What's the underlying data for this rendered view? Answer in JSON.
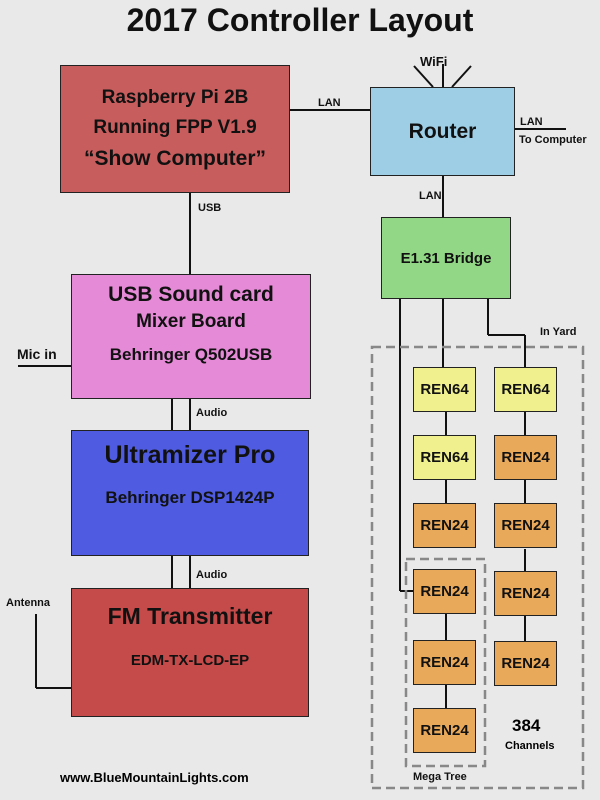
{
  "title": "2017 Controller Layout",
  "pi": {
    "line1": "Raspberry Pi 2B",
    "line2": "Running FPP V1.9",
    "line3": "“Show Computer”"
  },
  "router": {
    "label": "Router",
    "wifi": "WiFi",
    "lan_out": "LAN",
    "to_computer": "To Computer"
  },
  "links": {
    "pi_router": "LAN",
    "router_bridge": "LAN",
    "pi_usb": "USB",
    "usb_ultra": "Audio",
    "ultra_fm": "Audio"
  },
  "bridge": {
    "label": "E1.31 Bridge"
  },
  "usb_card": {
    "line1": "USB Sound card",
    "line2": "Mixer Board",
    "line3": "Behringer Q502USB",
    "mic": "Mic in"
  },
  "ultramizer": {
    "line1": "Ultramizer Pro",
    "line2": "Behringer DSP1424P"
  },
  "fm": {
    "line1": "FM Transmitter",
    "line2": "EDM-TX-LCD-EP",
    "antenna": "Antenna"
  },
  "yard": {
    "label": "In Yard",
    "mega_tree": "Mega Tree",
    "channels_num": "384",
    "channels_label": "Channels",
    "left_column": [
      "REN64",
      "REN64",
      "REN24",
      "REN24",
      "REN24",
      "REN24"
    ],
    "right_column": [
      "REN64",
      "REN24",
      "REN24",
      "REN24",
      "REN24"
    ]
  },
  "footer": "www.BlueMountainLights.com"
}
